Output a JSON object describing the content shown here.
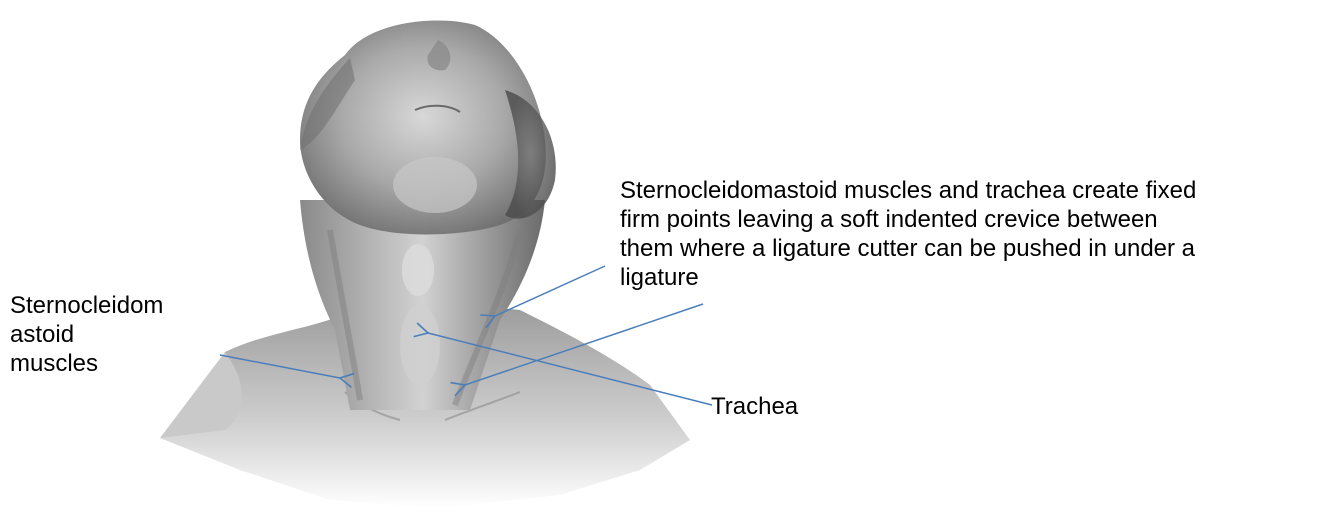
{
  "labels": {
    "firm_points": [
      "Sternocleidomastoid muscles and trachea create fixed",
      "firm points leaving a soft indented crevice between",
      "them where a ligature cutter can be pushed in under a",
      "ligature"
    ],
    "scm_muscles": [
      "Sternocleidom",
      "astoid",
      "muscles"
    ],
    "trachea": "Trachea"
  },
  "colors": {
    "arrow": "#4a7ebb",
    "text": "#000000",
    "skin_shadow": "#6b6b6b"
  }
}
